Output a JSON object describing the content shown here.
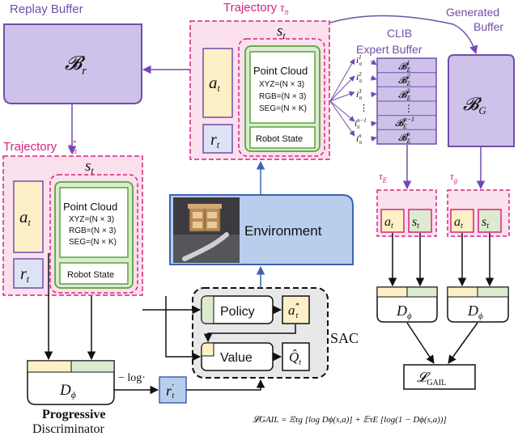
{
  "replay_buffer": {
    "title": "Replay Buffer",
    "symbol": "𝓑",
    "sub": "r"
  },
  "generated_buffer": {
    "title_line1": "Generated",
    "title_line2": "Buffer",
    "symbol": "𝓑",
    "sub": "G"
  },
  "expert_buffer": {
    "title_line1": "CLIB",
    "title_line2": "Expert Buffer",
    "indices": [
      {
        "base": "i",
        "sub": "π",
        "sup": "1"
      },
      {
        "base": "i",
        "sub": "π",
        "sup": "2"
      },
      {
        "base": "i",
        "sub": "π",
        "sup": "3"
      },
      {
        "base": "⋮",
        "sub": "",
        "sup": ""
      },
      {
        "base": "i",
        "sub": "π",
        "sup": "n−1"
      },
      {
        "base": "i",
        "sub": "π",
        "sup": "n"
      }
    ],
    "slots": [
      {
        "base": "𝓑",
        "sub": "E",
        "sup": "1"
      },
      {
        "base": "𝓑",
        "sub": "E",
        "sup": "2"
      },
      {
        "base": "𝓑",
        "sub": "E",
        "sup": "3"
      },
      {
        "base": "⋮",
        "sub": "",
        "sup": ""
      },
      {
        "base": "𝓑",
        "sub": "E",
        "sup": "n−1"
      },
      {
        "base": "𝓑",
        "sub": "E",
        "sup": "n"
      }
    ]
  },
  "top_trajectory": {
    "title": "Trajectory",
    "title_symbol": "τ",
    "title_sub": "π",
    "state": "s",
    "state_sub": "t",
    "action": "a",
    "action_sub": "t",
    "reward": "r",
    "reward_sub": "t",
    "point_cloud_title": "Point Cloud",
    "point_cloud_lines": [
      "XYZ=(N × 3)",
      "RGB=(N × 3)",
      "SEG=(N × K)"
    ],
    "robot_state": "Robot State"
  },
  "left_trajectory": {
    "title": "Trajectory",
    "title_symbol": "τ",
    "title_sub": "π",
    "title_sup": "*",
    "state": "s",
    "state_sub": "t",
    "action": "a",
    "action_sub": "t",
    "reward": "r",
    "reward_sub": "t",
    "point_cloud_title": "Point Cloud",
    "point_cloud_lines": [
      "XYZ=(N × 3)",
      "RGB=(N × 3)",
      "SEG=(N × K)"
    ],
    "robot_state": "Robot State"
  },
  "environment": {
    "label": "Environment"
  },
  "sac": {
    "label": "SAC",
    "policy": "Policy",
    "value": "Value",
    "policy_out": "a",
    "policy_out_sub": "t",
    "policy_out_sup": "*",
    "value_out": "Q̂",
    "value_out_sub": "t"
  },
  "discriminator": {
    "symbol": "D",
    "sub": "ϕ",
    "label_bold": "Progressive",
    "label": "Discriminator",
    "edge_label": "− log·"
  },
  "reward_prime": {
    "base": "r",
    "sup": "′",
    "sub": "t"
  },
  "tau_e": {
    "base": "τ",
    "sub": "E",
    "action": "a",
    "action_sub": "t",
    "state": "s",
    "state_sub": "t"
  },
  "tau_g": {
    "base": "τ",
    "sub": "g",
    "action": "a",
    "action_sub": "t",
    "state": "s",
    "state_sub": "t"
  },
  "d_phi_left": {
    "symbol": "D",
    "sub": "ϕ"
  },
  "d_phi_right": {
    "symbol": "D",
    "sub": "ϕ"
  },
  "gail_loss": {
    "symbol": "𝓛",
    "sub": "GAIL"
  },
  "formula": "𝓛GAIL = 𝔼τg [log Dϕ(s,a)] + 𝔼τE [log(1 − Dϕ(s,a))]",
  "colors": {
    "purple_fill": "#cfc2ea",
    "purple_stroke": "#6f4fa8",
    "magenta_dash": "#d6247e",
    "pink_fill": "#fbe0ee",
    "yellow_fill": "#fdf0c6",
    "green_fill": "#dcebd0",
    "green_stroke": "#5aa33c",
    "blue_fill": "#b9cdec",
    "blue_stroke": "#3d62b0",
    "arrow": "#111111",
    "purple_arrow": "#7a44b6"
  }
}
